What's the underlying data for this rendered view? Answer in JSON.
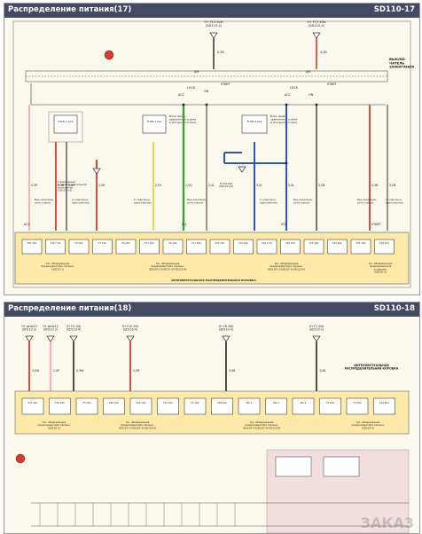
{
  "page1": {
    "title": "Распределение питания(17)",
    "code": "SD110-17",
    "fuse_top_left": "От F13 40A",
    "fuse_top_left_sub": "(SD110-2)",
    "fuse_top_right": "От F15 40A",
    "fuse_top_right_sub": "(SD110-2)",
    "switch_label": "ВЫКЛЮ-\nЧАТЕЛЬ\nЗАЖИГАНИЯ",
    "pos_lock": "LOCK",
    "pos_acc": "ACC",
    "pos_on": "ON",
    "pos_start": "START",
    "pos_am": "AM",
    "pos_ig1": "IG1",
    "pos_ig2": "IG2",
    "wire_labels": [
      "0,3P",
      "0,3B",
      "2,0Y",
      "2,0L",
      "1,5R",
      "2,0G",
      "3,0L",
      "2,0Y",
      "0,5B",
      "3,0B"
    ],
    "relay_labels": [
      "FUSE 3 ACC",
      "FUSE 4 IG1",
      "FUSE 5 IG2"
    ],
    "relay_descs": [
      "Блок предо-\nхранителей и реле\nв моторном отсеке",
      "Блок предо-\nхранителей и реле\nв моторном отсеке"
    ],
    "key_label": "Без электрон-\nного ключа",
    "key_label2": "С электрон-\nным ключом",
    "ref_to": "К блокировке\nв предохранительной\nмонтажной\n(SD110-14)",
    "ref_f24": "К F24 25A\n(SD110-14)",
    "bus_acc": "ACC",
    "bus_ig1": "IG1",
    "bus_ig2": "IG2",
    "bus_start": "START",
    "fuse_boxes": [
      "F20 15A",
      "F14 7,5A",
      "F8 10A",
      "F7 10A",
      "F9 10A",
      "F11 10A",
      "F6 10A",
      "F17 10A",
      "F19 10A",
      "F10 10A",
      "F12 7,5A",
      "F18 10A",
      "F23 10A",
      "F25 10A",
      "F27 10A",
      "F29 10A"
    ],
    "note1": "См. «Информация\nпредохранителя сахоне»\n(SD120-1)",
    "note2": "См. «Информация\nпредохранителя сахоне»\n(SD120-1)(SD120-3)(SD120-4)",
    "note3": "См. «Информация\nпредохранителя сахоне»\n(SD120-1)(SD120-3)(SD120-5)",
    "note4": "См. «Информация\nпредохранителя\nв салоне»\n(SD120-1)",
    "smart_box": "ИНТЕЛЛЕКТУАЛЬНАЯ РАСПРЕДЕЛИТЕЛЬНАЯ КОРОБКА"
  },
  "page2": {
    "title": "Распределение питания(18)",
    "code": "SD110-18",
    "sources": [
      {
        "label": "От реле10",
        "sub": "(SD110-2)",
        "wire": "3,0W"
      },
      {
        "label": "От реле12",
        "sub": "(SD110-2)",
        "wire": "2,0P"
      },
      {
        "label": "От F9 10A",
        "sub": "(SD110-4)",
        "wire": "0,3W"
      },
      {
        "label": "От F10 50A",
        "sub": "(SD110-4)",
        "wire": "2,0R"
      },
      {
        "label": "От F6 40A",
        "sub": "(SD110-4)",
        "wire": "3,0B"
      },
      {
        "label": "От F2 40A",
        "sub": "(SD110-2)",
        "wire": "3,0B"
      }
    ],
    "smart_box": "ИНТЕЛЛЕКТУАЛЬНАЯ\nРАСПРЕДЕЛИТЕЛЬНАЯ КОРОБКА",
    "fuse_boxes": [
      "F15 10A",
      "F16 10A",
      "F5 10A",
      "F26 15A",
      "F22 10A",
      "F21 10A",
      "F1 10A",
      "F28 10A",
      "IPS 1",
      "IPS 2",
      "IPS 3",
      "F3 20A",
      "F4 30A",
      "F24 20A"
    ],
    "note1": "См. «Информация\nпредохранителя сахоне»\n(SD120-1)",
    "note2": "См. «Информация\nпредохранителя сахоне»\n(SD120-1)(SD120-3)(SD120-4)",
    "note3": "См. «Информация\nпредохранителя сахоне»\n(SD120-1)(SD120-3)(SD120-5)",
    "note4": "См. «Информация\nпредохранителя сахоне»\n(SD120-1)",
    "watermark": "ЗАКА3"
  },
  "colors": {
    "header": "#434a63",
    "page": "#fbf8ee",
    "box": "#fde9a8",
    "wire_red": "#d93a2b",
    "wire_pink": "#f3b6b6",
    "wire_green": "#3aa43a",
    "wire_blue": "#2d56b3",
    "wire_gray": "#6d6d6d",
    "wire_yellow": "#f3d54a",
    "wire_dark": "#3b3b3b"
  }
}
